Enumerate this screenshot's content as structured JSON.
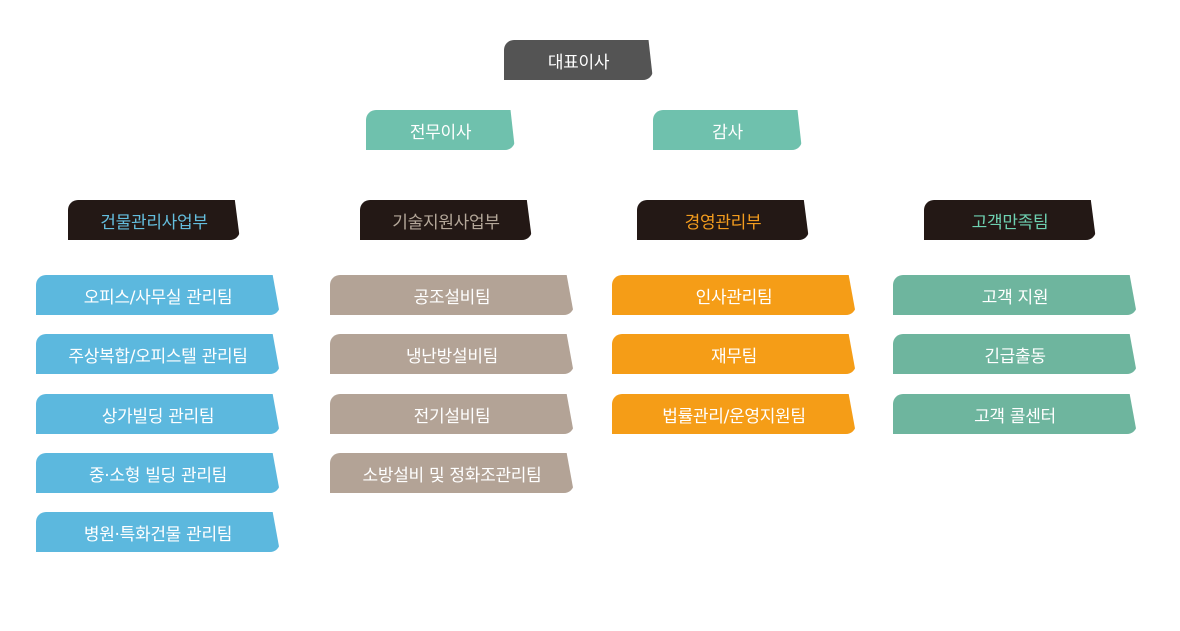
{
  "ceo": {
    "label": "대표이사",
    "bg": "#545454",
    "fg": "#ffffff"
  },
  "officers": [
    {
      "label": "전무이사",
      "bg": "#6fc1ad",
      "fg": "#ffffff"
    },
    {
      "label": "감사",
      "bg": "#6fc1ad",
      "fg": "#ffffff"
    }
  ],
  "departments": [
    {
      "label": "건물관리사업부",
      "bg": "#231815",
      "fg": "#64bede",
      "teams": [
        "오피스/사무실 관리팀",
        "주상복합/오피스텔 관리팀",
        "상가빌딩 관리팀",
        "중·소형 빌딩 관리팀",
        "병원·특화건물 관리팀"
      ],
      "team_bg": "#5cb8de",
      "team_fg": "#ffffff"
    },
    {
      "label": "기술지원사업부",
      "bg": "#231815",
      "fg": "#b5a89a",
      "teams": [
        "공조설비팀",
        "냉난방설비팀",
        "전기설비팀",
        "소방설비 및 정화조관리팀"
      ],
      "team_bg": "#b3a396",
      "team_fg": "#ffffff"
    },
    {
      "label": "경영관리부",
      "bg": "#231815",
      "fg": "#f39c1e",
      "teams": [
        "인사관리팀",
        "재무팀",
        "법률관리/운영지원팀"
      ],
      "team_bg": "#f59d17",
      "team_fg": "#ffffff"
    },
    {
      "label": "고객만족팀",
      "bg": "#231815",
      "fg": "#6ed1b1",
      "teams": [
        "고객 지원",
        "긴급출동",
        "고객 콜센터"
      ],
      "team_bg": "#6eb59e",
      "team_fg": "#ffffff"
    }
  ]
}
